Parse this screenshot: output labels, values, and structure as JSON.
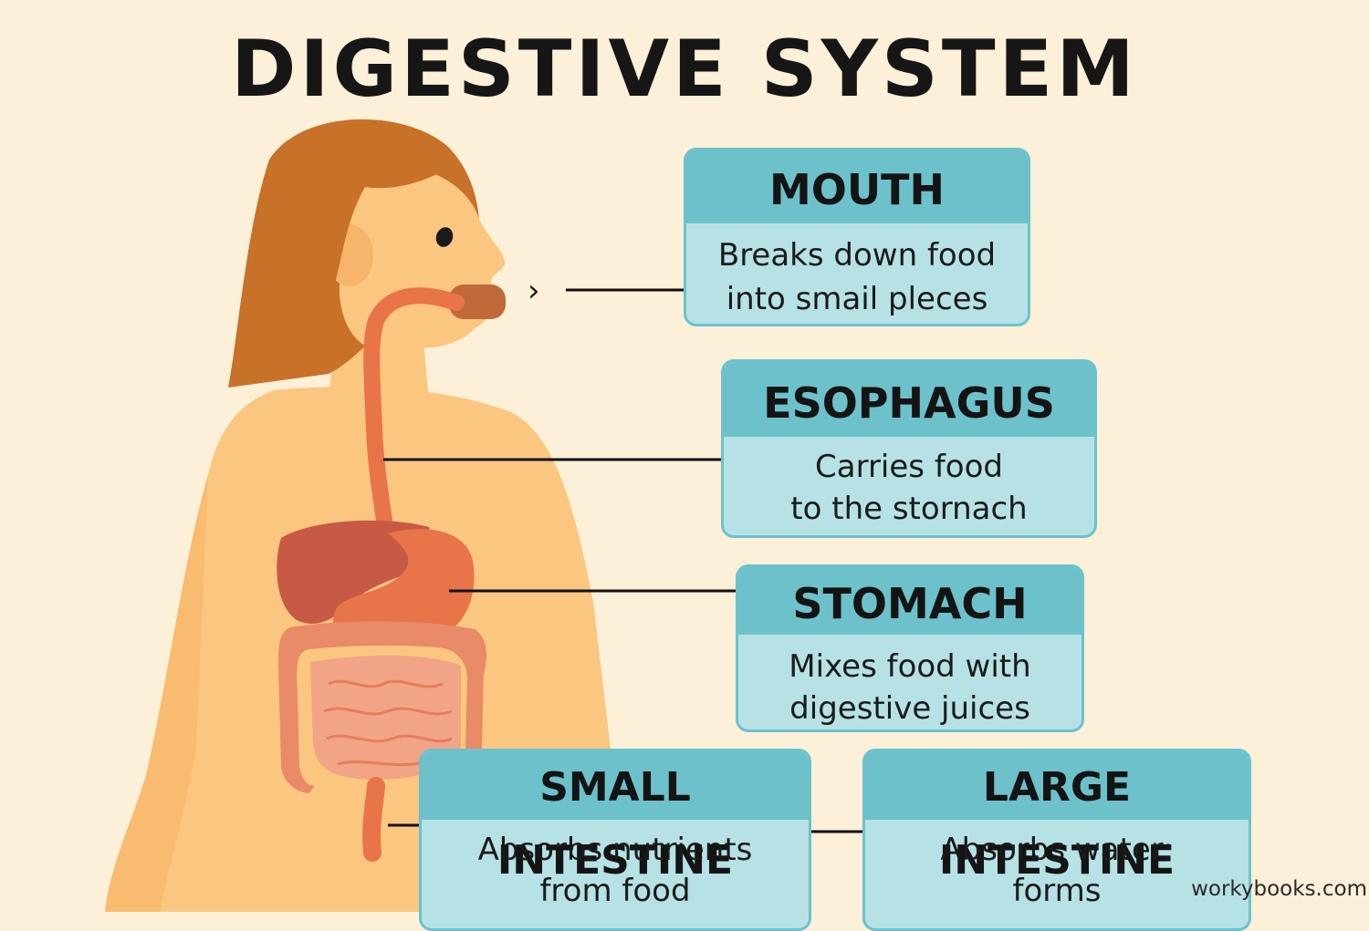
{
  "title": "DIGESTIVE SYSTEM",
  "cards": {
    "mouth": {
      "heading": "MOUTH",
      "text": "Breaks down food\ninto smail pleces"
    },
    "esophagus": {
      "heading": "ESOPHAGUS",
      "text": "Carries food\nto the stornach"
    },
    "stomach": {
      "heading": "STOMACH",
      "text": "Mixes food with\ndigestive juices"
    },
    "small_intestine": {
      "heading": "SMALL INTESTINE",
      "text": "Absorbs nutrients\nfrom food"
    },
    "large_intestine": {
      "heading": "LARGE INTESTINE",
      "text": "Absorbs water:\nforms"
    }
  },
  "pointer_glyph": "›",
  "watermark": "workybooks.com",
  "colors": {
    "background": "#fcf0d8",
    "skin": "#fbc67f",
    "hair": "#c87129",
    "organ": "#e8744a",
    "liver": "#c85a45",
    "intestine": "#ef8e6c",
    "card_header": "#6dc1ca",
    "card_body": "#b6e2e6"
  }
}
